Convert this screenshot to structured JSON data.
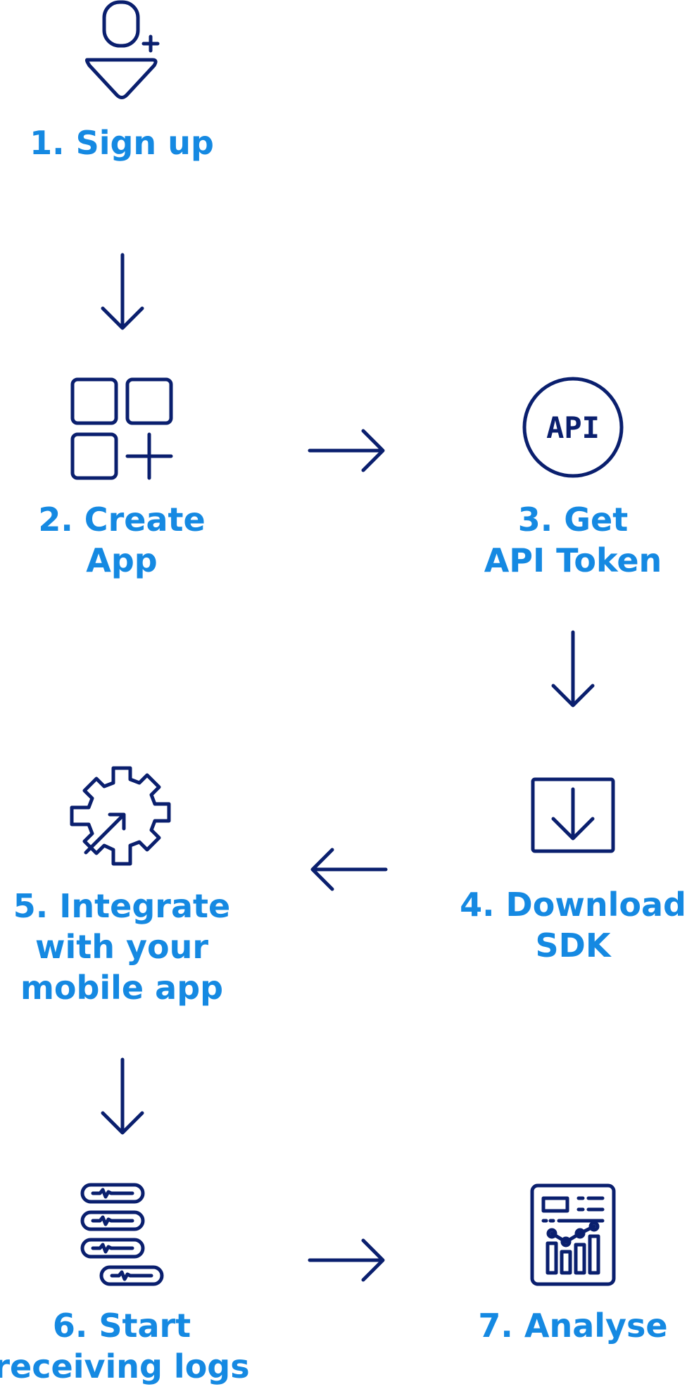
{
  "steps": [
    {
      "id": 1,
      "icon": "add-user-icon",
      "lines": [
        "1. Sign up"
      ]
    },
    {
      "id": 2,
      "icon": "apps-grid-add-icon",
      "lines": [
        "2. Create",
        "App"
      ]
    },
    {
      "id": 3,
      "icon": "api-circle-icon",
      "icon_text": "API",
      "lines": [
        "3. Get",
        "API Token"
      ]
    },
    {
      "id": 4,
      "icon": "download-box-icon",
      "lines": [
        "4. Download",
        "SDK"
      ]
    },
    {
      "id": 5,
      "icon": "gear-arrow-icon",
      "lines": [
        "5. Integrate",
        "with your",
        "mobile app"
      ]
    },
    {
      "id": 6,
      "icon": "log-stack-icon",
      "lines": [
        "6. Start",
        "receiving logs"
      ]
    },
    {
      "id": 7,
      "icon": "analytics-report-icon",
      "lines": [
        "7. Analyse"
      ]
    }
  ],
  "connectors": [
    {
      "from": 1,
      "to": 2,
      "direction": "down"
    },
    {
      "from": 2,
      "to": 3,
      "direction": "right"
    },
    {
      "from": 3,
      "to": 4,
      "direction": "down"
    },
    {
      "from": 4,
      "to": 5,
      "direction": "left"
    },
    {
      "from": 5,
      "to": 6,
      "direction": "down"
    },
    {
      "from": 6,
      "to": 7,
      "direction": "right"
    }
  ],
  "colors": {
    "label": "#1589e2",
    "icon": "#0a1f6e",
    "background": "#ffffff"
  }
}
